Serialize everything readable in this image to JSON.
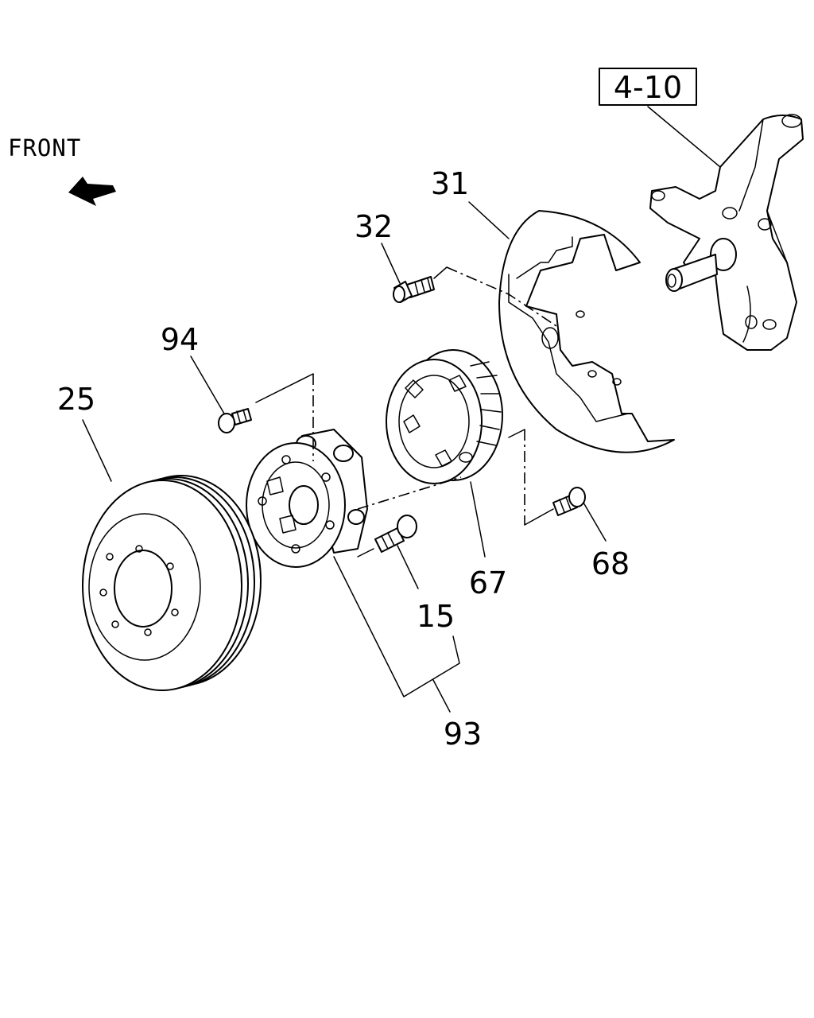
{
  "front_label": "FRONT",
  "reference": "4-10",
  "callouts": {
    "c25": "25",
    "c94": "94",
    "c32": "32",
    "c31": "31",
    "c15": "15",
    "c67": "67",
    "c68": "68",
    "c93": "93"
  }
}
